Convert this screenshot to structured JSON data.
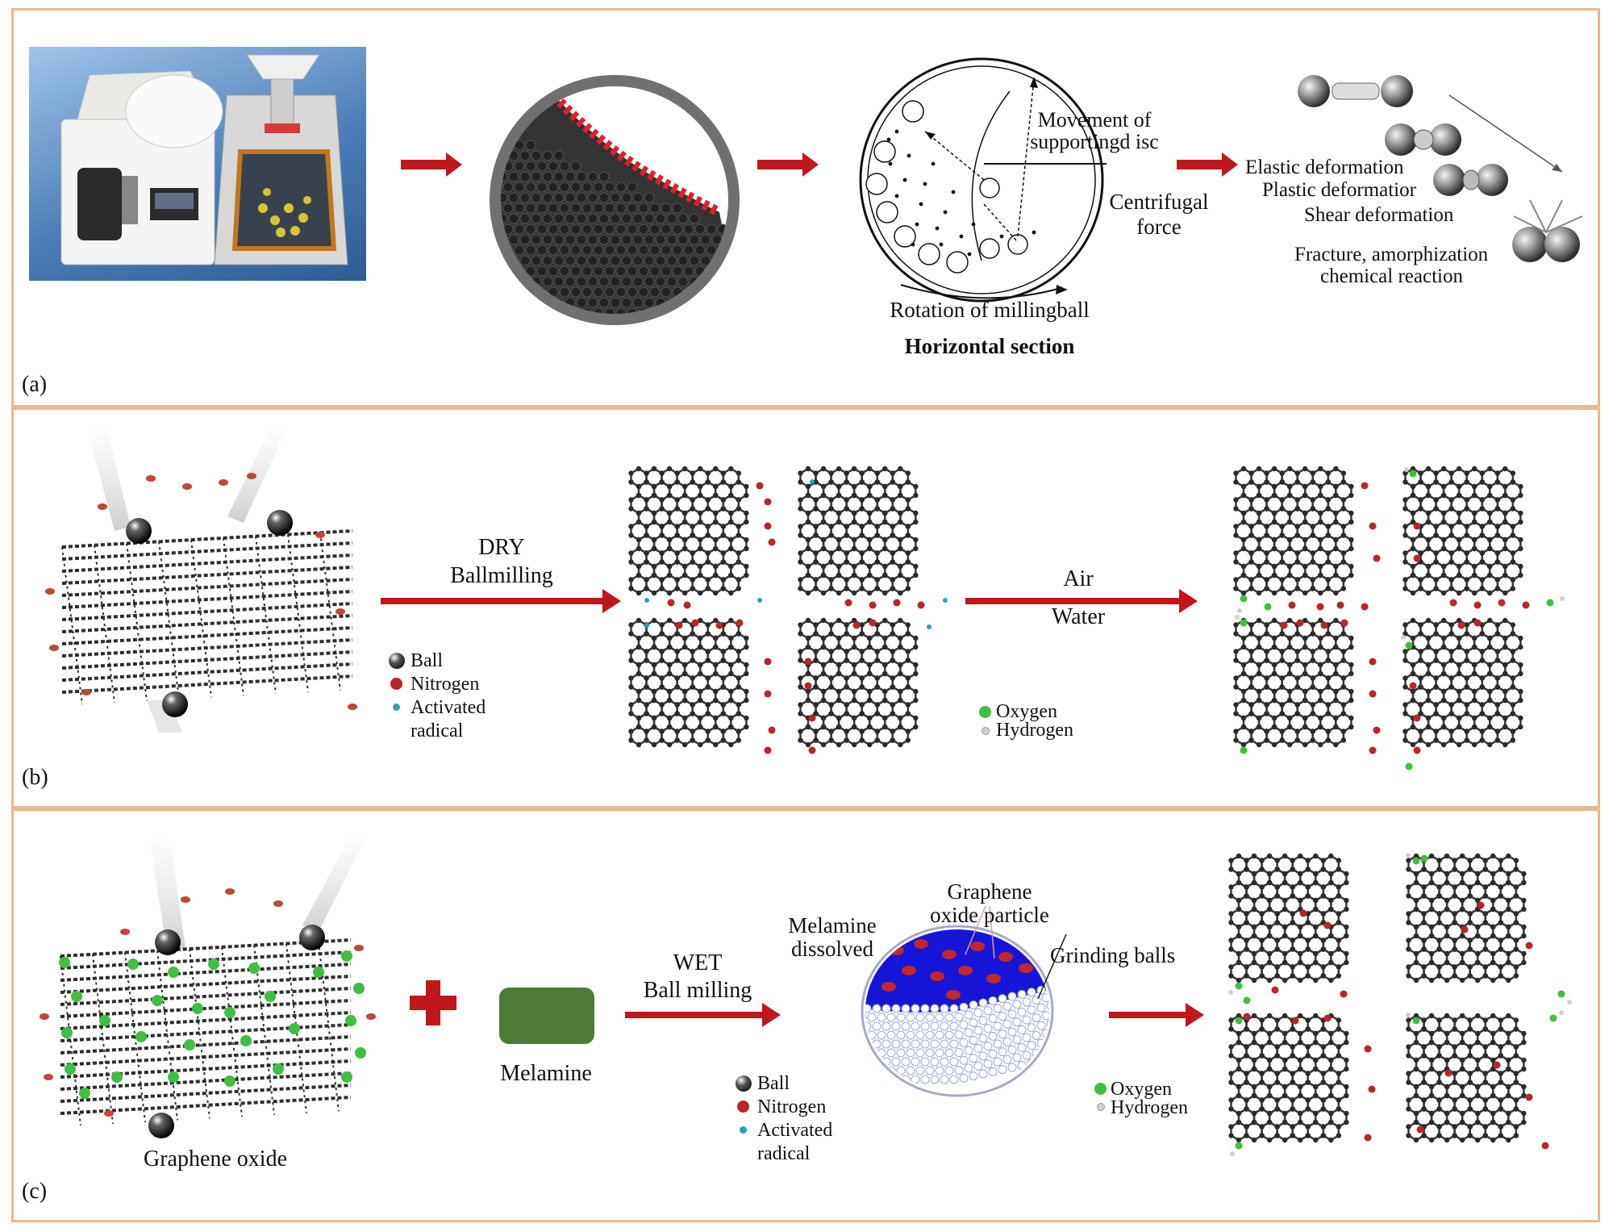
{
  "panel_a": {
    "label": "(a)",
    "movement_label": "Movement of\nsupportingd isc",
    "centrifugal_label": "Centrifugal\nforce",
    "rotation_label": "Rotation of millingball",
    "section_label": "Horizontal section",
    "deformations": [
      "Elastic deformation",
      "Plastic deformatior",
      "Shear deformation",
      "Fracture, amorphization",
      "chemical reaction"
    ]
  },
  "panel_b": {
    "label": "(b)",
    "arrow1_top": "DRY",
    "arrow1_bottom": "Ballmilling",
    "arrow2_top": "Air",
    "arrow2_bottom": "Water",
    "legend1": [
      "Ball",
      "Nitrogen",
      "Activated",
      "radical"
    ],
    "legend2": [
      "Oxygen",
      "Hydrogen"
    ]
  },
  "panel_c": {
    "label": "(c)",
    "graphene_oxide_label": "Graphene oxide",
    "melamine_label": "Melamine",
    "arrow1_top": "WET",
    "arrow1_bottom": "Ball milling",
    "melamine_dissolved": "Melamine\ndissolved",
    "graphene_particle": "Graphene\noxide particle",
    "grinding_balls": "Grinding balls",
    "legend1": [
      "Ball",
      "Nitrogen",
      "Activated",
      "radical"
    ],
    "legend2": [
      "Oxygen",
      "Hydrogen"
    ]
  },
  "colors": {
    "frame": "#f0b48f",
    "arrow": "#c0171c",
    "nitrogen": "#b8262a",
    "oxygen": "#3fbf3f",
    "radical": "#27a3b0",
    "carbon": "#2b2b2b",
    "melamine": "#4f7a35",
    "liquid": "#1515d8"
  }
}
